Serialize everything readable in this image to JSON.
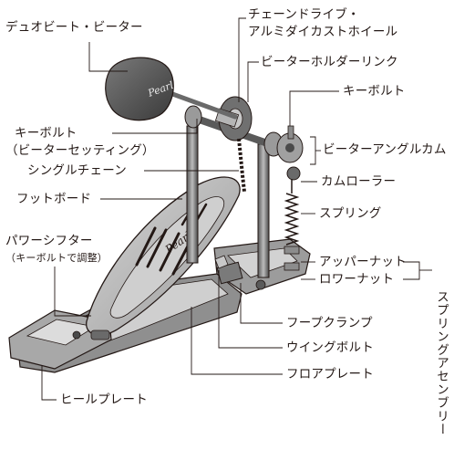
{
  "labels": {
    "duo_beater": "デュオビート・ビーター",
    "chain_drive_line1": "チェーンドライブ・",
    "chain_drive_line2": "アルミダイカストホイール",
    "beater_holder_link": "ビーターホルダーリンク",
    "key_bolt": "キーボルト",
    "key_bolt_beater": "キーボルト",
    "key_bolt_beater_note": "（ビーターセッティング）",
    "beater_angle_cam": "ビーターアングルカム",
    "single_chain": "シングルチェーン",
    "cam_roller": "カムローラー",
    "footboard": "フットボード",
    "spring": "スプリング",
    "power_shifter": "パワーシフター",
    "power_shifter_note": "（キーボルトで調整）",
    "upper_nut": "アッパーナット",
    "lower_nut": "ロワーナット",
    "spring_assembly": "スプリングアセンブリー",
    "hoop_clamp": "フープクランプ",
    "wing_bolt": "ウイングボルト",
    "floor_plate": "フロアプレート",
    "heel_plate": "ヒールプレート"
  },
  "colors": {
    "line": "#231815",
    "dark_metal": "#4a4a4a",
    "mid_metal": "#8c8c8c",
    "light_metal": "#c8c8c8",
    "plate": "#bdbdbd"
  }
}
